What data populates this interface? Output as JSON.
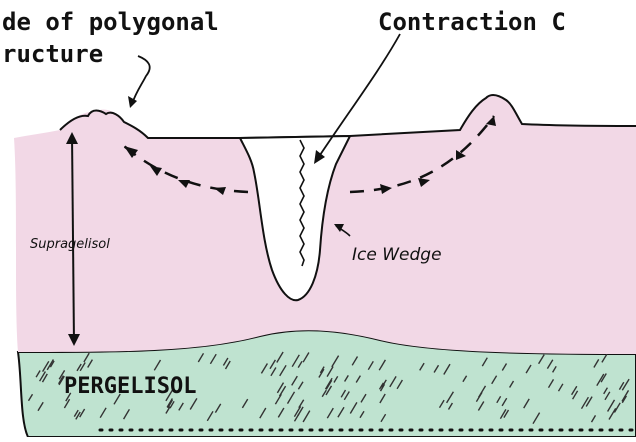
{
  "labels": {
    "top_left_line1": "de of polygonal",
    "top_left_line2": "ructure",
    "top_right": "Contraction C",
    "supragelisol": "Supragelisol",
    "ice_wedge": "Ice Wedge",
    "pergelisol": "PERGELISOL"
  },
  "colors": {
    "active_layer": "#f2d8e6",
    "permafrost": "#bfe3d0",
    "ice": "#ffffff",
    "ink": "#111111"
  }
}
